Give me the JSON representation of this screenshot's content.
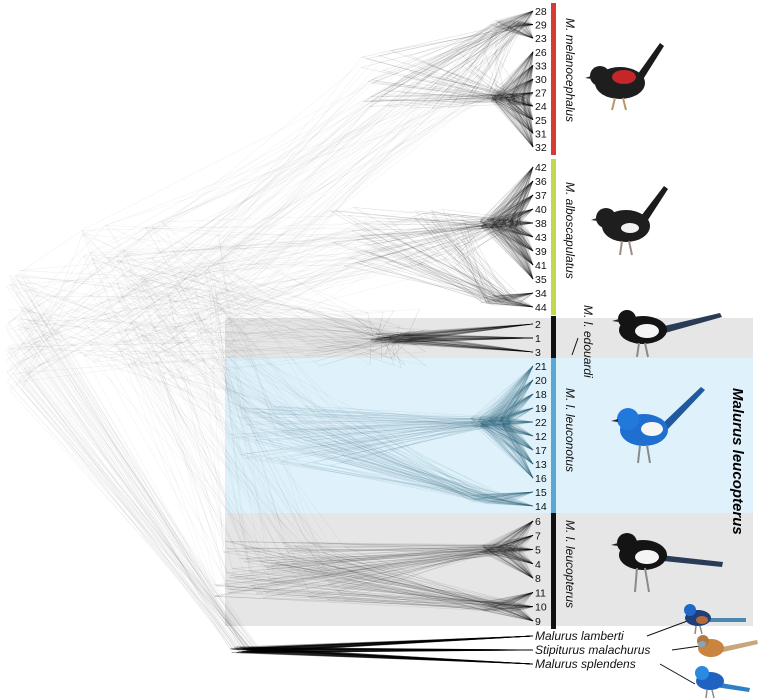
{
  "groups": [
    {
      "key": "melanocephalus",
      "label": "M. melanocephalus",
      "color": "#d93a34",
      "tips": [
        "28",
        "29",
        "23",
        "26",
        "33",
        "30",
        "27",
        "24",
        "25",
        "31",
        "32"
      ]
    },
    {
      "key": "alboscapulatus",
      "label": "M. alboscapulatus",
      "color": "#c5d84a",
      "tips": [
        "42",
        "36",
        "37",
        "40",
        "38",
        "43",
        "39",
        "41",
        "35",
        "34",
        "44"
      ]
    },
    {
      "key": "edouardi",
      "label": "M. l. edouardi",
      "color": "#111111",
      "tips": [
        "2",
        "1",
        "3"
      ]
    },
    {
      "key": "leuconotus",
      "label": "M. l. leuconotus",
      "color": "#5aa6d4",
      "tips": [
        "21",
        "20",
        "18",
        "19",
        "22",
        "12",
        "17",
        "13",
        "16",
        "15",
        "14"
      ]
    },
    {
      "key": "leucopterus",
      "label": "M. l. leucopterus",
      "color": "#111111",
      "tips": [
        "6",
        "7",
        "5",
        "4",
        "8",
        "11",
        "10",
        "9"
      ]
    }
  ],
  "species_label": "Malurus leucopterus",
  "outgroups": [
    "Malurus lamberti",
    "Stipiturus malachurus",
    "Malurus splendens"
  ],
  "bird_icons": [
    "red-backed-fairywren-icon",
    "white-shouldered-fairywren-icon",
    "black-white-fairywren-icon",
    "blue-white-fairywren-icon",
    "white-winged-fairywren-icon",
    "variegated-fairywren-icon",
    "southern-emuwren-icon",
    "splendid-fairywren-icon"
  ],
  "colors": {
    "highlight_gray": "#e6e6e6",
    "highlight_blue": "#dff2fb",
    "tree_lines": "#000000",
    "tree_lines_blue": "#3c6f8a"
  }
}
